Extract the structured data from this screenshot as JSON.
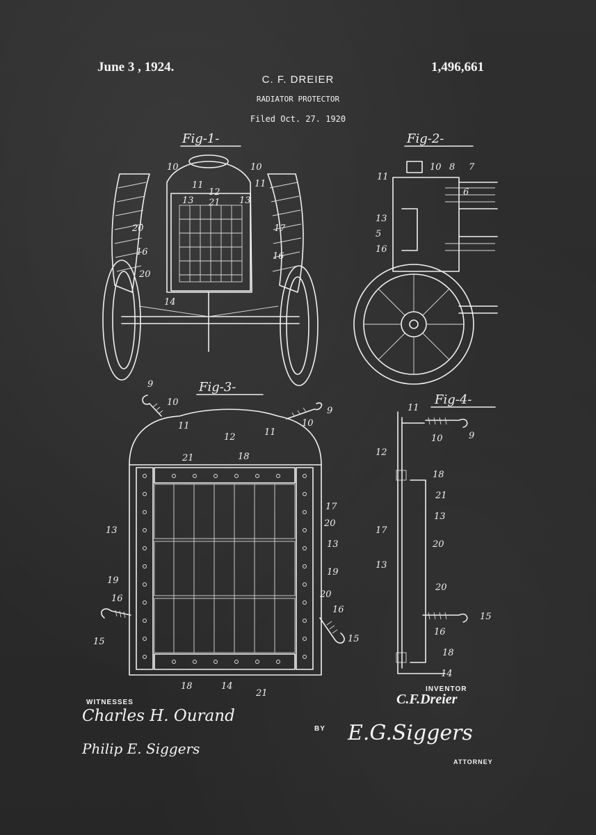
{
  "header": {
    "date": "June 3 , 1924.",
    "patent_number": "1,496,661",
    "inventor_name": "C. F. DREIER",
    "title": "RADIATOR PROTECTOR",
    "filed": "Filed Oct. 27. 1920"
  },
  "figures": {
    "fig1": "Fig-1-",
    "fig2": "Fig-2-",
    "fig3": "Fig-3-",
    "fig4": "Fig-4-"
  },
  "footer": {
    "witnesses_label": "WITNESSES",
    "witness_1": "Charles H. Ourand",
    "witness_2": "Philip E. Siggers",
    "inventor_label": "INVENTOR",
    "inventor_signature": "C.F.Dreier",
    "by_label": "BY",
    "attorney_signature": "E.G.Siggers",
    "attorney_label": "ATTORNEY"
  },
  "colors": {
    "background": "#2b2b2b",
    "ink": "#f0f0f0"
  }
}
